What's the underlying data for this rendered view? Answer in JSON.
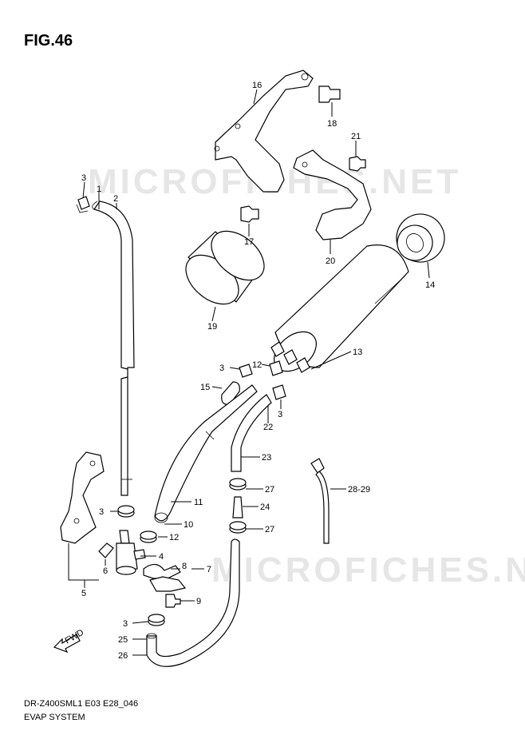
{
  "figure": {
    "title": "FIG.46",
    "code": "DR-Z400SML1 E03 E28_046",
    "name": "EVAP SYSTEM",
    "watermark": "MICROFICHES.NET",
    "fwd_label": "FWD"
  },
  "callouts": [
    {
      "id": "c1",
      "label": "1"
    },
    {
      "id": "c2",
      "label": "2"
    },
    {
      "id": "c3a",
      "label": "3"
    },
    {
      "id": "c3b",
      "label": "3"
    },
    {
      "id": "c3c",
      "label": "3"
    },
    {
      "id": "c3d",
      "label": "3"
    },
    {
      "id": "c3e",
      "label": "3"
    },
    {
      "id": "c4",
      "label": "4"
    },
    {
      "id": "c5",
      "label": "5"
    },
    {
      "id": "c6",
      "label": "6"
    },
    {
      "id": "c7",
      "label": "7"
    },
    {
      "id": "c8",
      "label": "8"
    },
    {
      "id": "c9",
      "label": "9"
    },
    {
      "id": "c10",
      "label": "10"
    },
    {
      "id": "c11",
      "label": "11"
    },
    {
      "id": "c12a",
      "label": "12"
    },
    {
      "id": "c12b",
      "label": "12"
    },
    {
      "id": "c13",
      "label": "13"
    },
    {
      "id": "c14",
      "label": "14"
    },
    {
      "id": "c15",
      "label": "15"
    },
    {
      "id": "c16",
      "label": "16"
    },
    {
      "id": "c17",
      "label": "17"
    },
    {
      "id": "c18",
      "label": "18"
    },
    {
      "id": "c19",
      "label": "19"
    },
    {
      "id": "c20",
      "label": "20"
    },
    {
      "id": "c21",
      "label": "21"
    },
    {
      "id": "c22",
      "label": "22"
    },
    {
      "id": "c23",
      "label": "23"
    },
    {
      "id": "c24",
      "label": "24"
    },
    {
      "id": "c25",
      "label": "25"
    },
    {
      "id": "c26",
      "label": "26"
    },
    {
      "id": "c27a",
      "label": "27"
    },
    {
      "id": "c27b",
      "label": "27"
    },
    {
      "id": "c28",
      "label": "28-29"
    }
  ]
}
